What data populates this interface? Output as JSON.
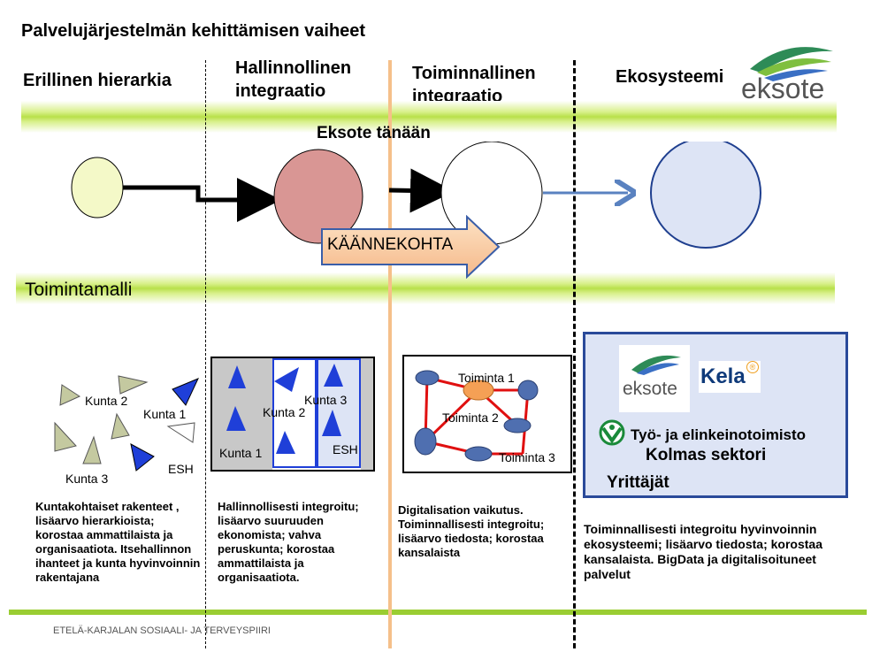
{
  "title": "Palvelujärjestelmän kehittämisen vaiheet",
  "phases": [
    {
      "label": "Erillinen hierarkia"
    },
    {
      "label": "Hallinnollinen integraatio"
    },
    {
      "label": "Toiminnallinen integraatio"
    },
    {
      "label": "Ekosysteemi"
    }
  ],
  "logo_text": "eksote",
  "today_label": "Eksote tänään",
  "turning_point": "KÄÄNNEKOHTA",
  "model_label": "Toimintamalli",
  "panel1": {
    "labels": [
      "Kunta 2",
      "Kunta 1",
      "Kunta 3",
      "ESH"
    ],
    "description": "Kuntakohtaiset rakenteet , lisäarvo hierarkioista; korostaa ammattilaista ja organisaatiota. Itsehallinnon ihanteet ja kunta hyvinvoinnin rakentajana"
  },
  "panel2": {
    "labels": [
      "Kunta 1",
      "Kunta 2",
      "Kunta 3",
      "ESH"
    ],
    "description": "Hallinnollisesti integroitu; lisäarvo suuruuden ekonomista; vahva peruskunta; korostaa ammattilaista ja organisaatiota."
  },
  "panel3": {
    "labels": [
      "Toiminta 1",
      "Toiminta 2",
      "Toiminta 3"
    ],
    "description": "Digitalisation vaikutus. Toiminnallisesti integroitu; lisäarvo tiedosta; korostaa kansalaista"
  },
  "panel4": {
    "eksote": "eksote",
    "kela": "Kela",
    "tyo": "Työ- ja elinkeinotoimisto",
    "kolmas": "Kolmas sektori",
    "yrittajat": "Yrittäjät",
    "description": "Toiminnallisesti integroitu hyvinvoinnin ekosysteemi; lisäarvo tiedosta; korostaa kansalaista. BigData ja digitalisoituneet palvelut"
  },
  "footer": "ETELÄ-KARJALAN SOSIAALI- JA TERVEYSPIIRI",
  "colors": {
    "green_band": "#b8e04a",
    "accent_orange": "#f5c08a",
    "blue_shape": "#1f3fd8",
    "circle_blue": "#dde4f5"
  }
}
